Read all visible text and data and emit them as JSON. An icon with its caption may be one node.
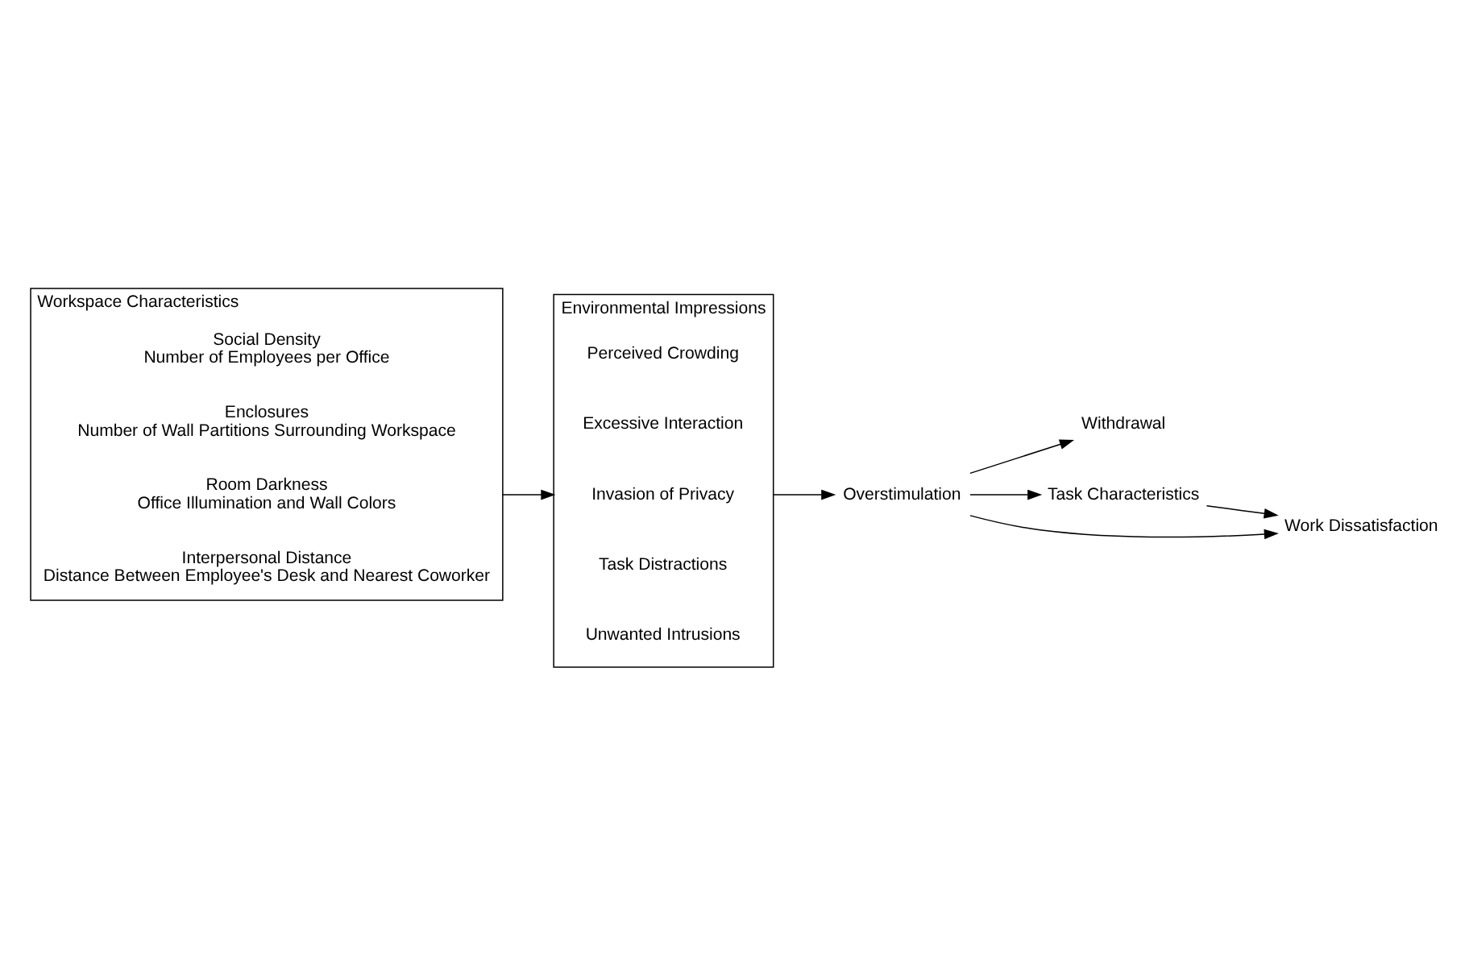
{
  "diagram": {
    "nodes": [
      {
        "text": [
          "Workspace Characteristics"
        ]
      },
      {
        "text": [
          "Social Density",
          "Number of Employees per Office"
        ],
        "in": 0
      },
      {
        "text": [
          "Enclosures",
          "Number of Wall Partitions Surrounding Workspace"
        ],
        "in": 0
      },
      {
        "text": [
          "Room Darkness",
          "Office Illumination and Wall Colors"
        ],
        "in": 0
      },
      {
        "text": [
          "Interpersonal Distance",
          "Distance Between Employee's Desk and Nearest Coworker"
        ],
        "in": 0
      },
      {
        "text": [
          "Environmental Impressions"
        ]
      },
      {
        "text": [
          "Perceived Crowding"
        ],
        "in": 5
      },
      {
        "text": [
          "Excessive Interaction"
        ],
        "in": 5
      },
      {
        "text": [
          "Invasion of Privacy"
        ],
        "in": 5
      },
      {
        "text": [
          "Task Distractions"
        ],
        "in": 5
      },
      {
        "text": [
          "Unwanted Intrusions"
        ],
        "in": 5
      },
      {
        "text": [
          "Overstimulation"
        ]
      },
      {
        "text": [
          "Withdrawal"
        ]
      },
      {
        "text": [
          "Task Characteristics"
        ]
      },
      {
        "text": [
          "Work Dissatisfaction"
        ]
      }
    ],
    "edges": [
      {
        "from": 0,
        "to": 5,
        "arrow": "to"
      },
      {
        "from": 5,
        "to": 11,
        "arrow": "to"
      },
      {
        "from": 11,
        "to": 12,
        "arrow": "to"
      },
      {
        "from": 11,
        "to": 13,
        "arrow": "to"
      },
      {
        "from": 11,
        "to": 14,
        "arrow": "to"
      },
      {
        "from": 13,
        "to": 14,
        "arrow": "to"
      }
    ]
  }
}
